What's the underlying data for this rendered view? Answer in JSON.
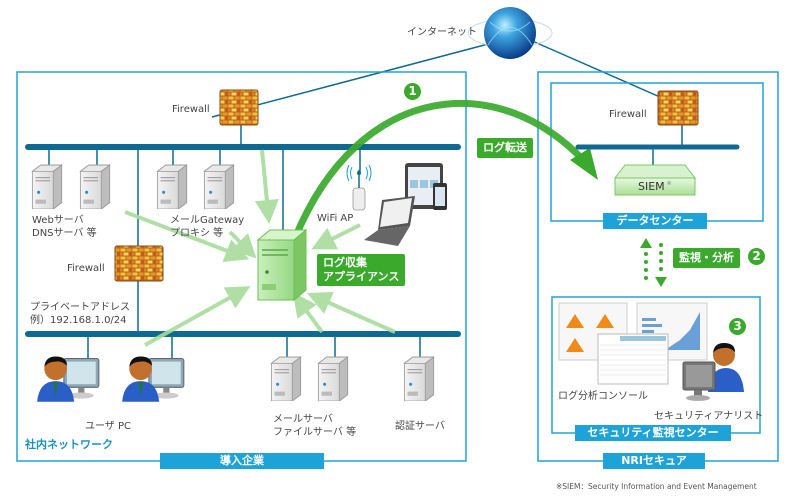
{
  "internet": {
    "label": "インターネット"
  },
  "company": {
    "title": "導入企業",
    "network_label": "社内ネットワーク",
    "firewall_top": "Firewall",
    "firewall_inner": "Firewall",
    "web_servers": [
      "Webサーバ",
      "DNSサーバ 等"
    ],
    "mail_gateway": [
      "メールGateway",
      "プロキシ 等"
    ],
    "wifi_ap": "WiFi AP",
    "private_address": [
      "プライベートアドレス",
      "例）192.168.1.0/24"
    ],
    "user_pc": "ユーザ PC",
    "mail_file_servers": [
      "メールサーバ",
      "ファイルサーバ 等"
    ],
    "auth_server": "認証サーバ",
    "appliance": [
      "ログ収集",
      "アプライアンス"
    ]
  },
  "transfer": {
    "step": "1",
    "label": "ログ転送"
  },
  "nri": {
    "title": "NRIセキュア",
    "datacenter": {
      "title": "データセンター",
      "firewall": "Firewall",
      "siem": "SIEM",
      "siem_mark": "※"
    },
    "monitor": {
      "step": "2",
      "label": "監視・分析"
    },
    "soc": {
      "title": "セキュリティ監視センター",
      "step": "3",
      "console_label": "ログ分析コンソール",
      "analyst_label": "セキュリティアナリスト"
    }
  },
  "footnote": "※SIEM：Security Information and Event Management",
  "colors": {
    "frame_blue": "#1ea3d8",
    "bus_blue": "#0e6a92",
    "accent_green": "#3aa92c",
    "light_green_arrow": "#a8dc9c"
  }
}
